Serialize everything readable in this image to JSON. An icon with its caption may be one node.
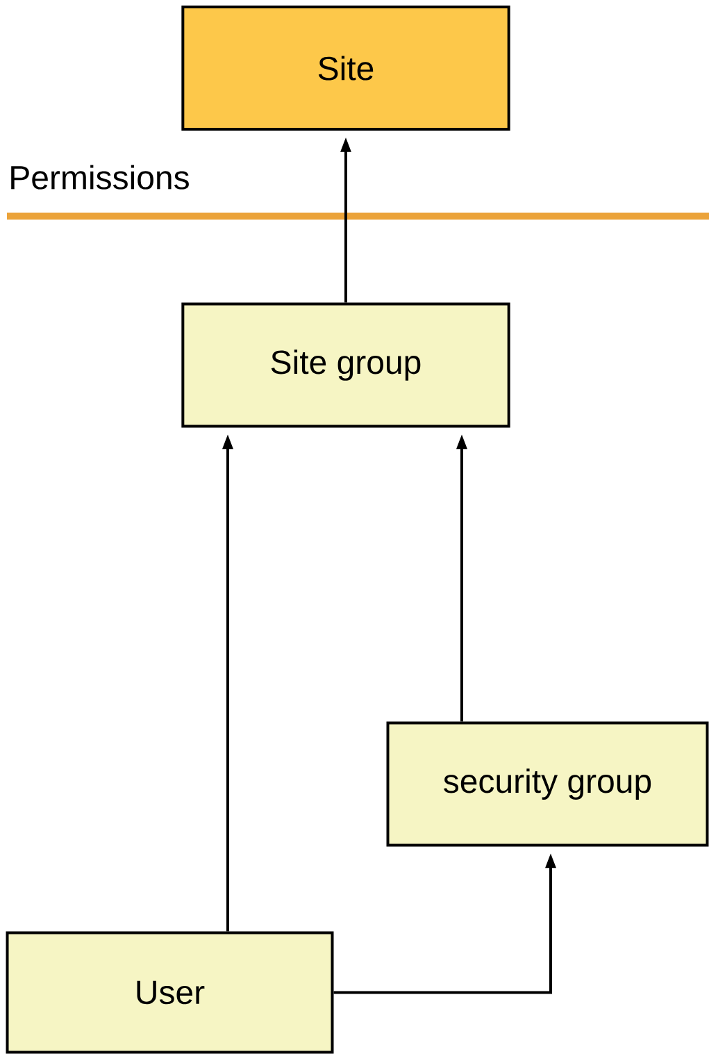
{
  "diagram": {
    "nodes": [
      {
        "text": [
          "Site"
        ]
      },
      {
        "text": [
          "Site group"
        ]
      },
      {
        "text": [
          "security group"
        ]
      },
      {
        "text": [
          "User"
        ]
      }
    ],
    "edges": [
      {
        "from": 1,
        "to": 0,
        "arrow": "to"
      },
      {
        "from": 3,
        "to": 1,
        "arrow": "to"
      },
      {
        "from": 2,
        "to": 1,
        "arrow": "to"
      },
      {
        "from": 3,
        "to": 2,
        "arrow": "to"
      }
    ],
    "labels": [
      "Permissions"
    ]
  }
}
